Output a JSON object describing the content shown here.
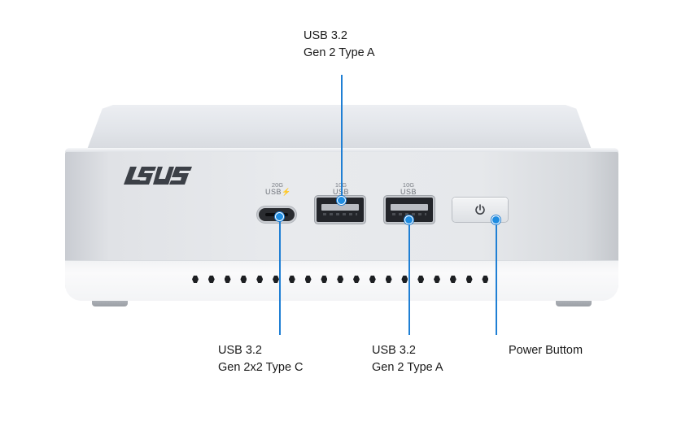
{
  "device": {
    "brand_logo": "ASUS",
    "ports": {
      "usbc_speed": "20G",
      "usbc_label": "USB",
      "usba1_speed": "10G",
      "usba1_label": "USB",
      "usba2_speed": "10G",
      "usba2_label": "USB"
    },
    "power_symbol": "⏻"
  },
  "callouts": {
    "top_usb_a": {
      "line1": "USB 3.2",
      "line2": "Gen 2 Type A"
    },
    "usb_c": {
      "line1": "USB 3.2",
      "line2": "Gen 2x2 Type C"
    },
    "bottom_usb_a": {
      "line1": "USB 3.2",
      "line2": "Gen 2 Type A"
    },
    "power": {
      "line1": "Power Buttom"
    }
  },
  "colors": {
    "accent": "#1f7fd4",
    "chassis": "#e6e8eb",
    "text": "#1a1a1a"
  }
}
